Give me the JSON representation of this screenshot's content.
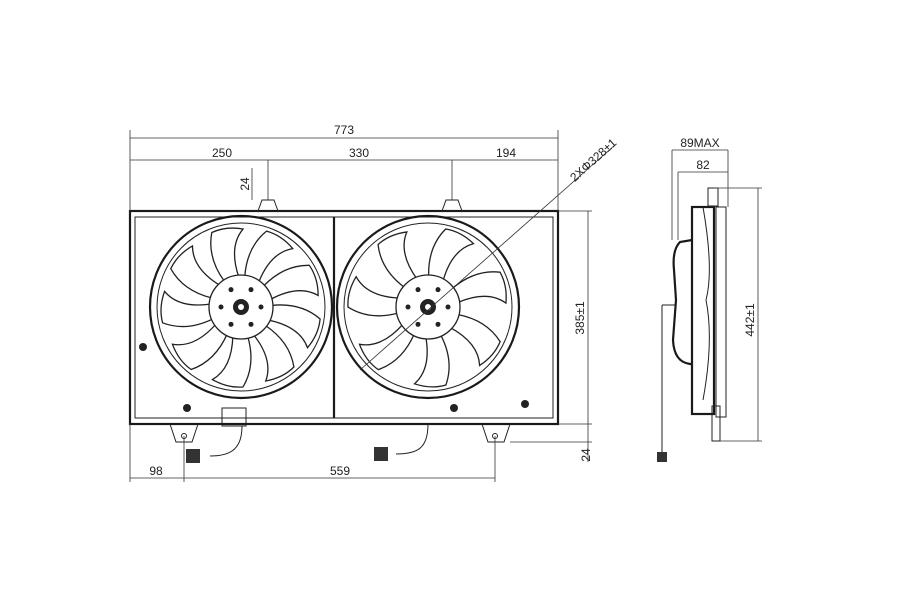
{
  "drawing": {
    "front_view": {
      "overall_width": "773",
      "left_offset": "250",
      "fan_spacing": "330",
      "right_offset": "194",
      "tab_height": "24",
      "fan_diameter": "2XΦ328±1",
      "shroud_height": "385±1",
      "foot_height": "24",
      "foot_left_offset": "98",
      "foot_spacing": "559"
    },
    "side_view": {
      "max_depth": "89MAX",
      "depth": "82",
      "overall_height": "442±1"
    }
  }
}
